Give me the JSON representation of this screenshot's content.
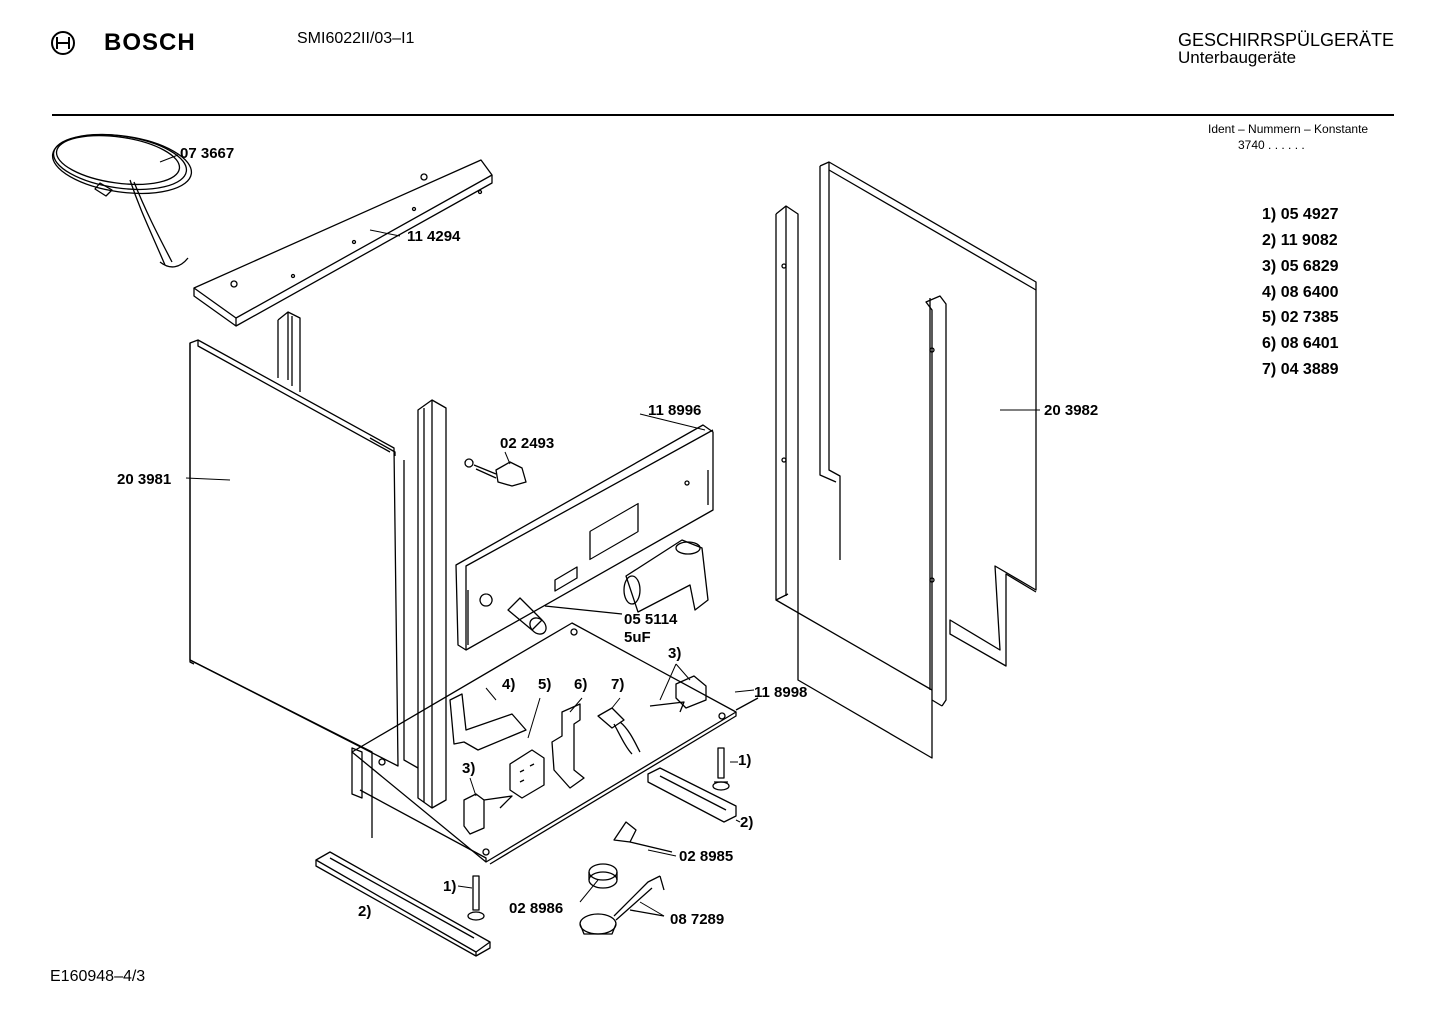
{
  "header": {
    "brand": "BOSCH",
    "model": "SMI6022II/03–I1",
    "category_line1": "GESCHIRRSPÜLGERÄTE",
    "category_line2": "Unterbaugeräte",
    "ident_label": "Ident – Nummern – Konstante",
    "ident_value": "3740 . . . . . ."
  },
  "parts": {
    "cable": "07 3667",
    "top_strip": "11 4294",
    "side_left": "20 3981",
    "side_right": "20 3982",
    "front_panel": "11 8996",
    "clip": "02 2493",
    "capacitor": "05 5114",
    "capacitor_value": "5uF",
    "base_plate": "11 8998",
    "part_028985": "02 8985",
    "part_028986": "02 8986",
    "part_087289": "08 7289"
  },
  "callouts": {
    "c1": "1)",
    "c2": "2)",
    "c3": "3)",
    "c4": "4)",
    "c5": "5)",
    "c6": "6)",
    "c7": "7)"
  },
  "legend": [
    {
      "key": "1)",
      "value": "05 4927"
    },
    {
      "key": "2)",
      "value": "11 9082"
    },
    {
      "key": "3)",
      "value": "05 6829"
    },
    {
      "key": "4)",
      "value": "08 6400"
    },
    {
      "key": "5)",
      "value": "02 7385"
    },
    {
      "key": "6)",
      "value": "08 6401"
    },
    {
      "key": "7)",
      "value": "04 3889"
    }
  ],
  "footer": {
    "drawing_id": "E160948–4/3"
  }
}
